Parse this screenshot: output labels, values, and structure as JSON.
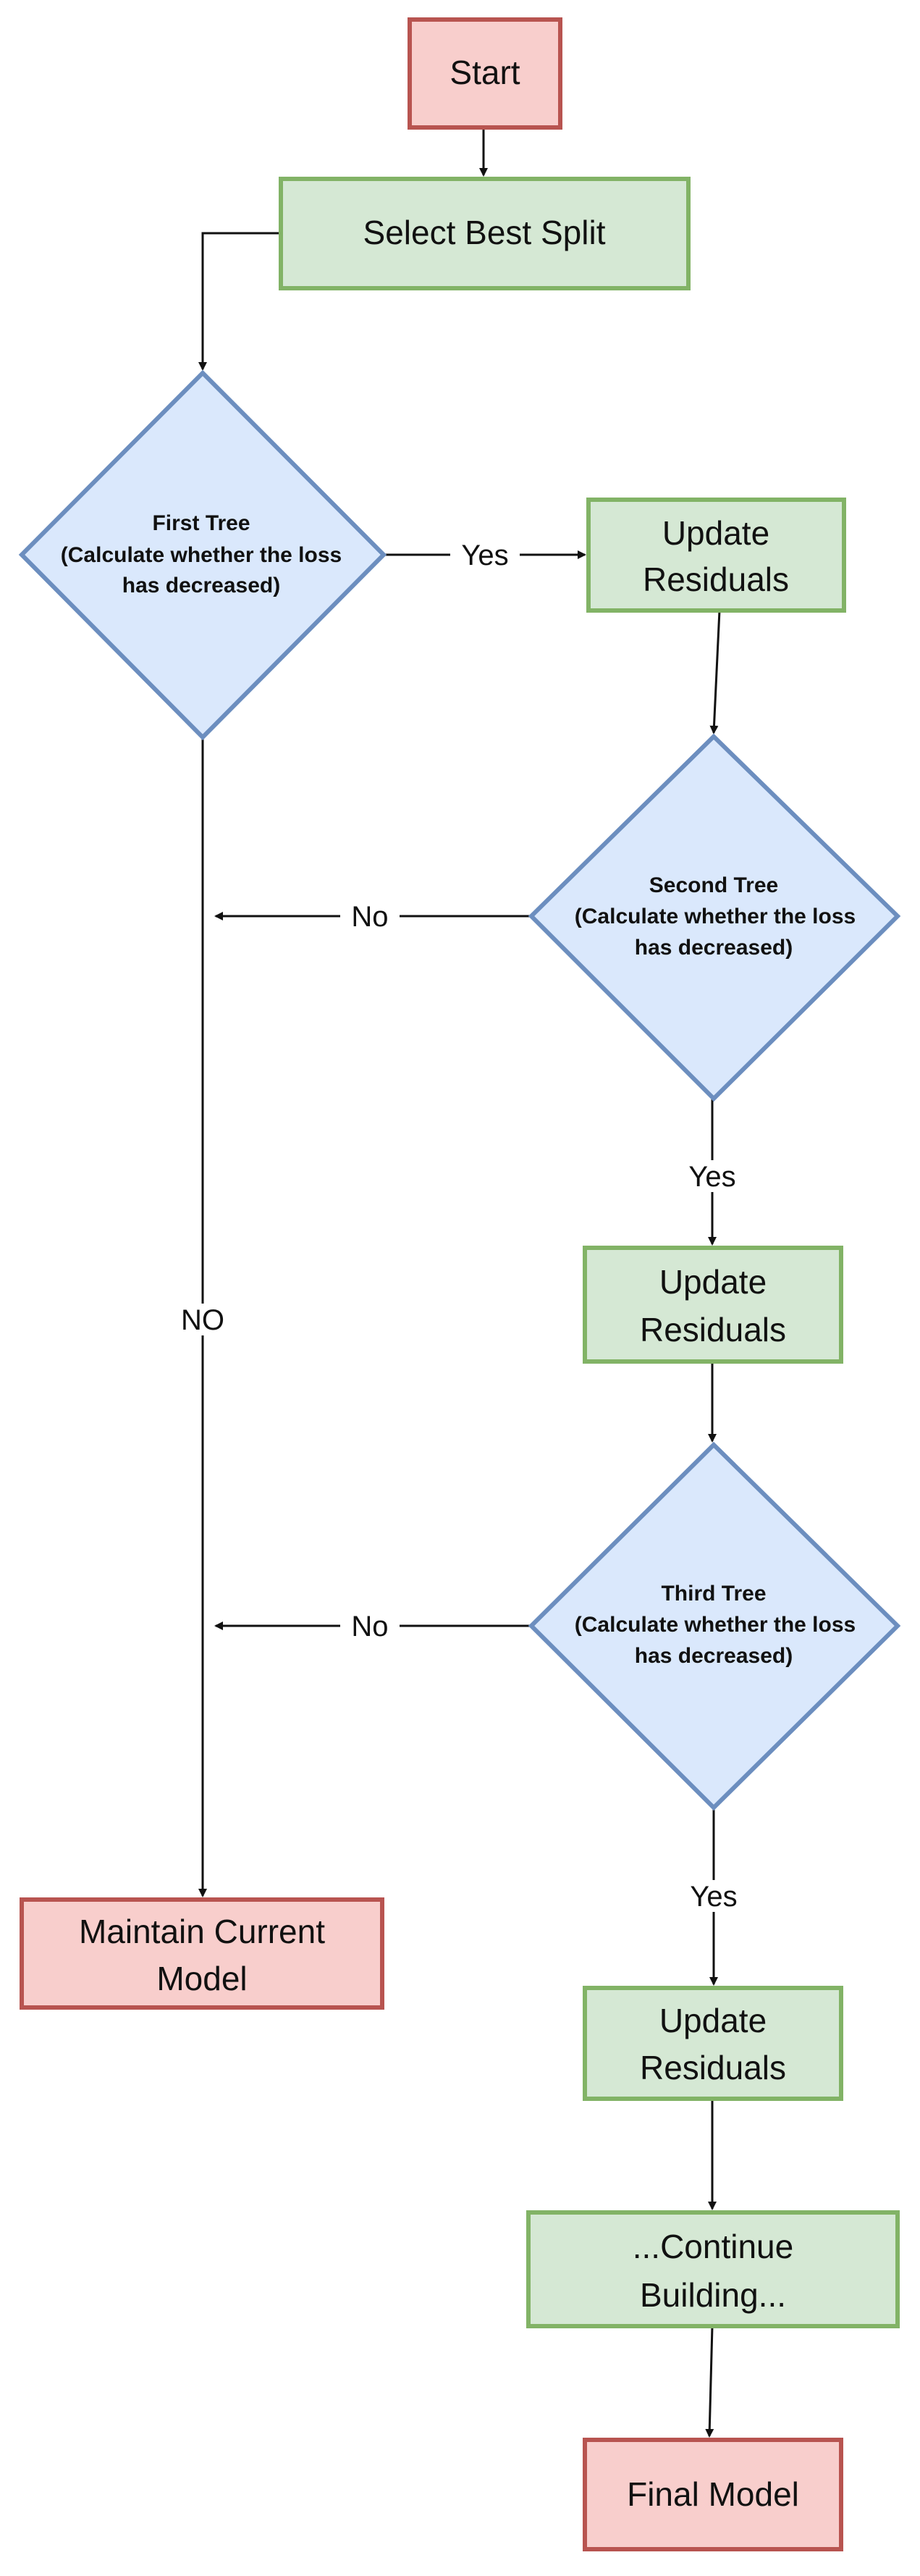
{
  "nodes": {
    "start": {
      "label": "Start"
    },
    "select_best_split": {
      "label": "Select Best Split"
    },
    "first_tree": {
      "line1": "First Tree",
      "line2": "(Calculate whether the loss",
      "line3": "has decreased)"
    },
    "update_residuals_1": {
      "line1": "Update",
      "line2": "Residuals"
    },
    "second_tree": {
      "line1": "Second Tree",
      "line2": "(Calculate whether the loss",
      "line3": "has decreased)"
    },
    "update_residuals_2": {
      "line1": "Update",
      "line2": "Residuals"
    },
    "third_tree": {
      "line1": "Third Tree",
      "line2": "(Calculate whether the loss",
      "line3": "has decreased)"
    },
    "maintain_current_model": {
      "line1": "Maintain Current",
      "line2": "Model"
    },
    "update_residuals_3": {
      "line1": "Update",
      "line2": "Residuals"
    },
    "continue_building": {
      "line1": "...Continue",
      "line2": "Building..."
    },
    "final_model": {
      "label": "Final Model"
    }
  },
  "edges": {
    "first_yes": "Yes",
    "second_no": "No",
    "second_yes": "Yes",
    "first_no": "NO",
    "third_no": "No",
    "third_yes": "Yes"
  },
  "colors": {
    "red_fill": "#f8cecc",
    "red_stroke": "#b85450",
    "green_fill": "#d5e8d4",
    "green_stroke": "#82b366",
    "blue_fill": "#dae8fc",
    "blue_stroke": "#6c8ebf",
    "line": "#111111"
  }
}
